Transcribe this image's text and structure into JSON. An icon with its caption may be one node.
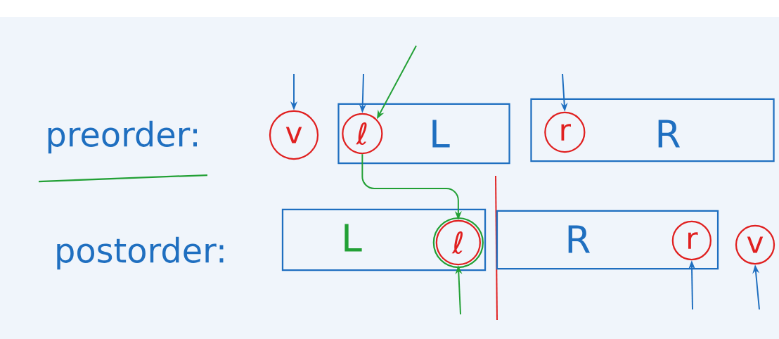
{
  "diagram": {
    "nodes": [
      {
        "text": [
          "v"
        ]
      },
      {
        "text": [
          "L"
        ]
      },
      {
        "text": [
          "ℓ"
        ],
        "in": 1
      },
      {
        "text": [
          "R"
        ]
      },
      {
        "text": [
          "r"
        ],
        "in": 3
      },
      {
        "text": [
          "L"
        ]
      },
      {
        "text": [
          "ℓ"
        ],
        "in": 5
      },
      {
        "text": [
          "R"
        ]
      },
      {
        "text": [
          "r"
        ],
        "in": 7
      },
      {
        "text": [
          "v"
        ]
      }
    ],
    "edges": [
      {
        "from": null,
        "to": 0,
        "arrow": "to"
      },
      {
        "from": null,
        "to": 2,
        "arrow": "to"
      },
      {
        "from": null,
        "to": 4,
        "arrow": "to"
      },
      {
        "from": null,
        "to": 2,
        "arrow": "to",
        "color": "#22a035"
      },
      {
        "from": 2,
        "to": 6,
        "arrow": "to",
        "color": "#22a035"
      },
      {
        "from": null,
        "to": 6,
        "arrow": "to",
        "color": "#22a035"
      },
      {
        "from": null,
        "to": 8,
        "arrow": "to"
      },
      {
        "from": null,
        "to": 9,
        "arrow": "to"
      }
    ],
    "labels": [
      "preorder:",
      "postorder:"
    ]
  }
}
